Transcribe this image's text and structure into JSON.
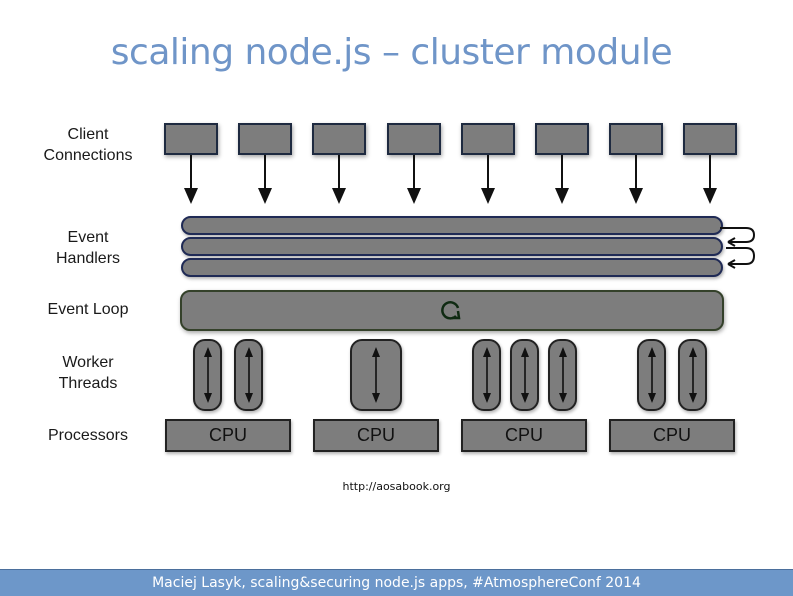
{
  "slide": {
    "title": "scaling node.js – cluster module",
    "source_link": "http://aosabook.org",
    "footer": "Maciej Lasyk, scaling&securing node.js apps, #AtmosphereConf 2014"
  },
  "diagram": {
    "row_labels": {
      "client_connections": "Client\nConnections",
      "event_handlers": "Event\nHandlers",
      "event_loop": "Event Loop",
      "worker_threads": "Worker\nThreads",
      "processors": "Processors"
    },
    "client_connection_count": 8,
    "event_handler_count": 3,
    "event_loop_icon": "loop-arrow-icon",
    "processors": [
      {
        "label": "CPU",
        "threads": 2
      },
      {
        "label": "CPU",
        "threads": 1
      },
      {
        "label": "CPU",
        "threads": 3
      },
      {
        "label": "CPU",
        "threads": 2
      }
    ]
  },
  "colors": {
    "title": "#6f95c8",
    "footer_bg": "#6d97c9",
    "shape_fill": "#7d7d7d"
  }
}
